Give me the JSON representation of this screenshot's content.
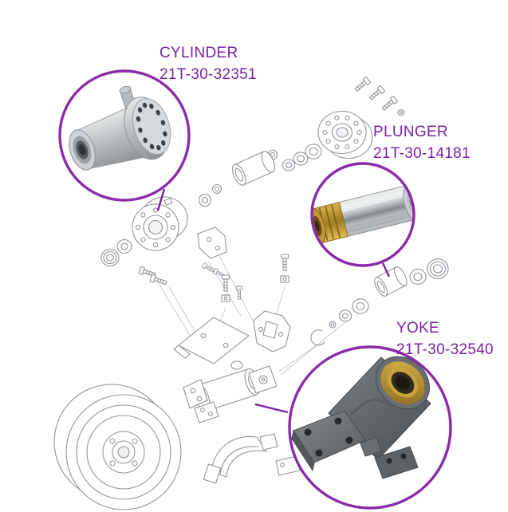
{
  "page": {
    "background": "#ffffff",
    "type": "exploded-parts-diagram-with-photo-callouts"
  },
  "colors": {
    "accent_purple_text": "#7a23a5",
    "callout_ring_purple": "#8a2ba8",
    "drawing_line_gray": "#8f959b",
    "steel_gray": "#b9bdbf",
    "brass_gold": "#c59a33"
  },
  "callouts": [
    {
      "id": "cylinder",
      "title": "CYLINDER",
      "part_number": "21T-30-32351"
    },
    {
      "id": "plunger",
      "title": "PLUNGER",
      "part_number": "21T-30-14181"
    },
    {
      "id": "yoke",
      "title": "YOKE",
      "part_number": "21T-30-32540"
    }
  ]
}
